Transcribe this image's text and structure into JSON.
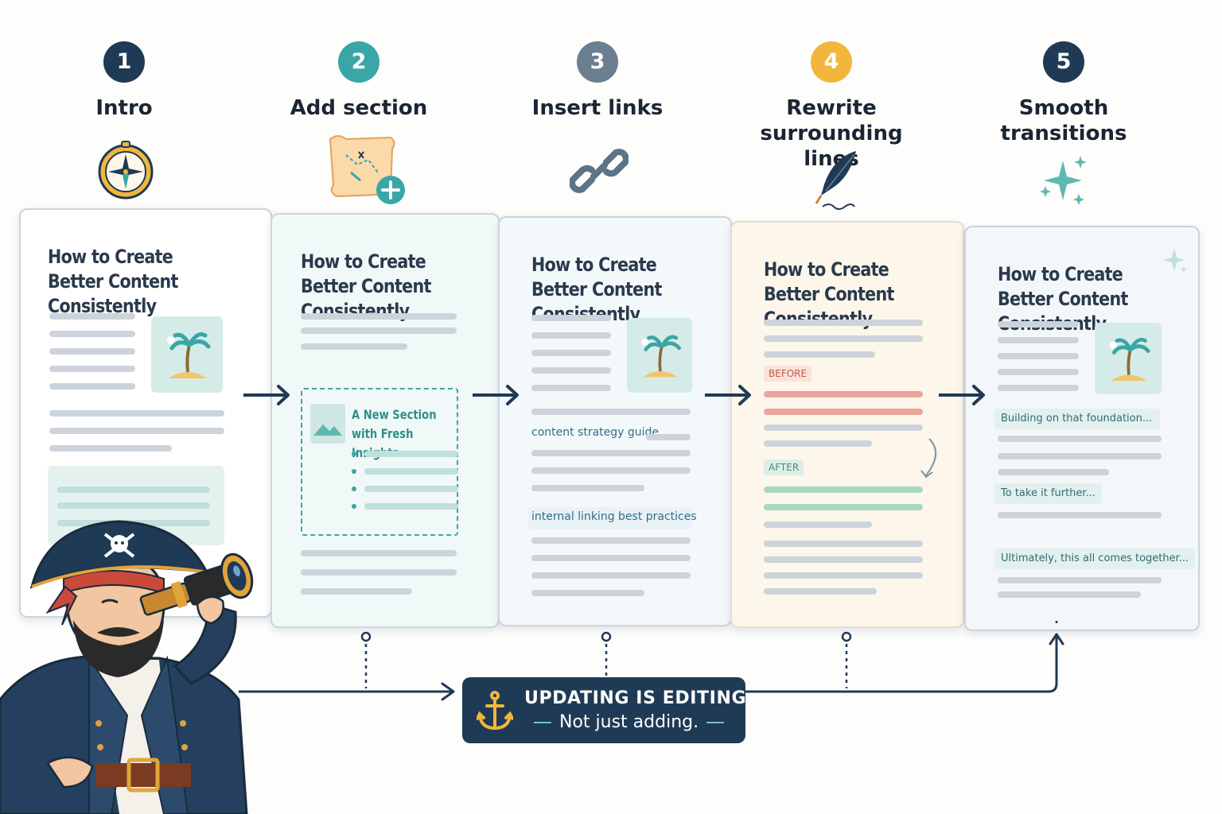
{
  "steps": [
    {
      "number": "1",
      "title": "Intro",
      "color": "#1f3a55",
      "icon": "compass-icon"
    },
    {
      "number": "2",
      "title": "Add section",
      "color": "#3aa6a6",
      "icon": "map-add-icon"
    },
    {
      "number": "3",
      "title": "Insert links",
      "color": "#6b7f90",
      "icon": "chain-link-icon"
    },
    {
      "number": "4",
      "title": "Rewrite surrounding lines",
      "color": "#f2b63c",
      "icon": "quill-icon"
    },
    {
      "number": "5",
      "title": "Smooth transitions",
      "color": "#1f3a55",
      "icon": "sparkles-icon"
    }
  ],
  "cards": {
    "article_title": "How to Create Better Content Consistently",
    "new_section_heading": "A New Section with Fresh Insights",
    "link_1": "content strategy guide",
    "link_2": "internal linking best practices",
    "before_tag": "BEFORE",
    "after_tag": "AFTER",
    "transitions": [
      "Building on that foundation...",
      "To take it further...",
      "Ultimately, this all comes together..."
    ]
  },
  "banner": {
    "line1": "UPDATING IS EDITING.",
    "line2": "Not just adding.",
    "icon": "anchor-icon"
  },
  "mascot": {
    "icon": "pirate-with-spyglass"
  },
  "colors": {
    "navy": "#1f3a55",
    "teal": "#3aa6a6",
    "gold": "#f2b63c",
    "red": "#e38478",
    "green": "#7cc2a4"
  }
}
